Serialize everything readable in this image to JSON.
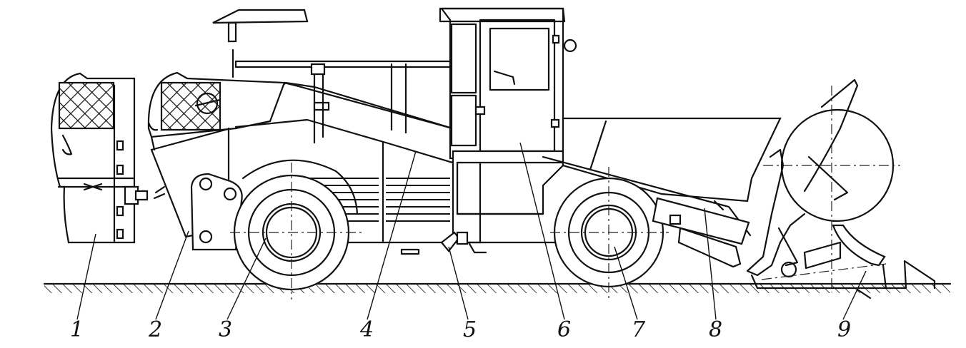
{
  "figure": {
    "callouts": [
      {
        "id": "1",
        "text": "1"
      },
      {
        "id": "2",
        "text": "2"
      },
      {
        "id": "3",
        "text": "3"
      },
      {
        "id": "4",
        "text": "4"
      },
      {
        "id": "5",
        "text": "5"
      },
      {
        "id": "6",
        "text": "6"
      },
      {
        "id": "7",
        "text": "7"
      },
      {
        "id": "8",
        "text": "8"
      },
      {
        "id": "9",
        "text": "9"
      }
    ]
  },
  "colors": {
    "ink": "#111111",
    "background": "#ffffff"
  }
}
